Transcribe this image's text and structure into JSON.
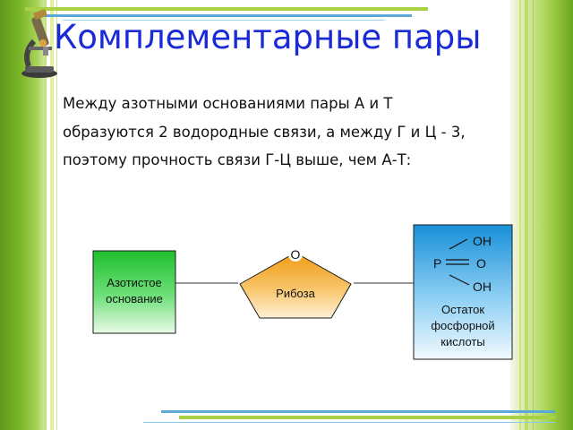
{
  "slide": {
    "title": "Комплементарные пары",
    "lines": [
      "Между азотными  основаниями пары А и Т",
      "образуются 2 водородные связи, а между Г и Ц - 3,",
      "поэтому прочность связи Г-Ц выше, чем А-Т:"
    ]
  },
  "diagram": {
    "base_line1": "Азотистое",
    "base_line2": "основание",
    "sugar": "Рибоза",
    "sugar_o": "O",
    "phos_oh_top": "OH",
    "phos_p": "P",
    "phos_o": "O",
    "phos_oh_bottom": "OH",
    "phos_line1": "Остаток",
    "phos_line2": "фосфорной",
    "phos_line3": "кислоты"
  },
  "colors": {
    "title": "#1a2ad6",
    "base_box": "#2ecc40",
    "phosphate_box": "#1f9fe0",
    "sugar": "#f5a623",
    "frame_green": "#7cb72a"
  },
  "icons": [
    "microscope-icon"
  ]
}
